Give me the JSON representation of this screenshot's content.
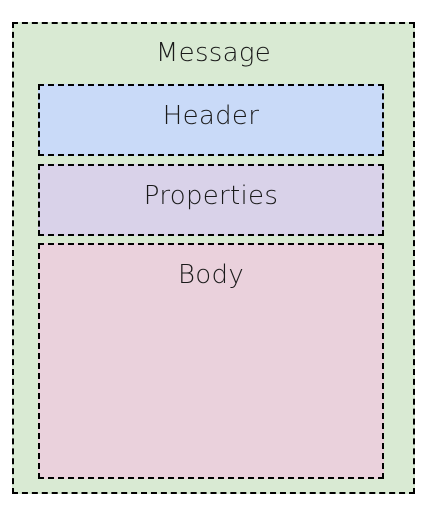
{
  "diagram": {
    "message": {
      "label": "Message",
      "color": "#d9ead3"
    },
    "header": {
      "label": "Header",
      "color": "#c9daf8"
    },
    "properties": {
      "label": "Properties",
      "color": "#d9d2e9"
    },
    "body": {
      "label": "Body",
      "color": "#ead1dc"
    }
  }
}
